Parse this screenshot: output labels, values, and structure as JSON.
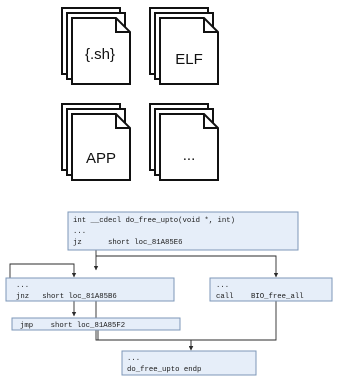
{
  "files": [
    {
      "label": "{.sh}"
    },
    {
      "label": "ELF"
    },
    {
      "label": "APP"
    },
    {
      "label": "..."
    }
  ],
  "cfg": {
    "blocks": [
      {
        "lines": [
          "int __cdecl do_free_upto(void *, int)",
          "...",
          "jz      short loc_81A85E6"
        ]
      },
      {
        "lines": [
          "...",
          "jnz   short loc_81A85B6"
        ]
      },
      {
        "lines": [
          "...",
          "call    BIO_free_all"
        ]
      },
      {
        "lines": [
          "jmp    short loc_81A85F2"
        ]
      },
      {
        "lines": [
          "...",
          "do_free_upto endp"
        ]
      }
    ]
  },
  "colors": {
    "block_fill": "#e6eef9",
    "block_stroke": "#7d97b8",
    "edge": "#2b2b2b"
  }
}
